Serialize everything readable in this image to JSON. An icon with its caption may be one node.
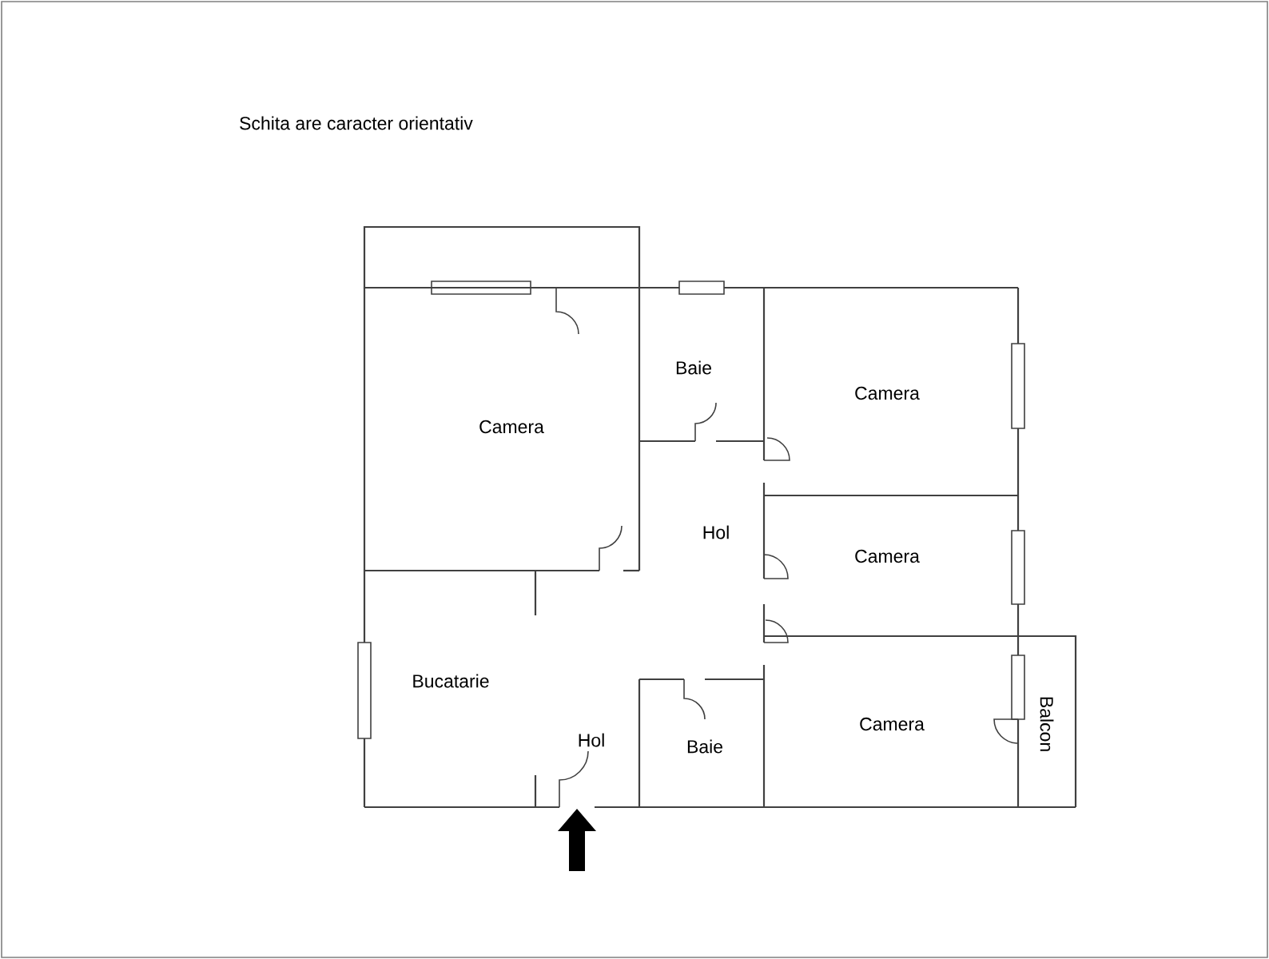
{
  "diagram": {
    "title": "Schita are caracter orientativ",
    "nodes": [
      {
        "text": [],
        "shape": "box"
      },
      {
        "text": [
          "Camera"
        ]
      },
      {
        "text": [
          "Baie"
        ]
      },
      {
        "text": [
          "Camera"
        ]
      },
      {
        "text": [
          "Hol"
        ]
      },
      {
        "text": [
          "Camera"
        ]
      },
      {
        "text": [
          "Bucatarie"
        ]
      },
      {
        "text": [
          "Hol"
        ]
      },
      {
        "text": [
          "Baie"
        ]
      },
      {
        "text": [
          "Camera"
        ]
      },
      {
        "text": [
          "Balcon"
        ]
      }
    ]
  }
}
